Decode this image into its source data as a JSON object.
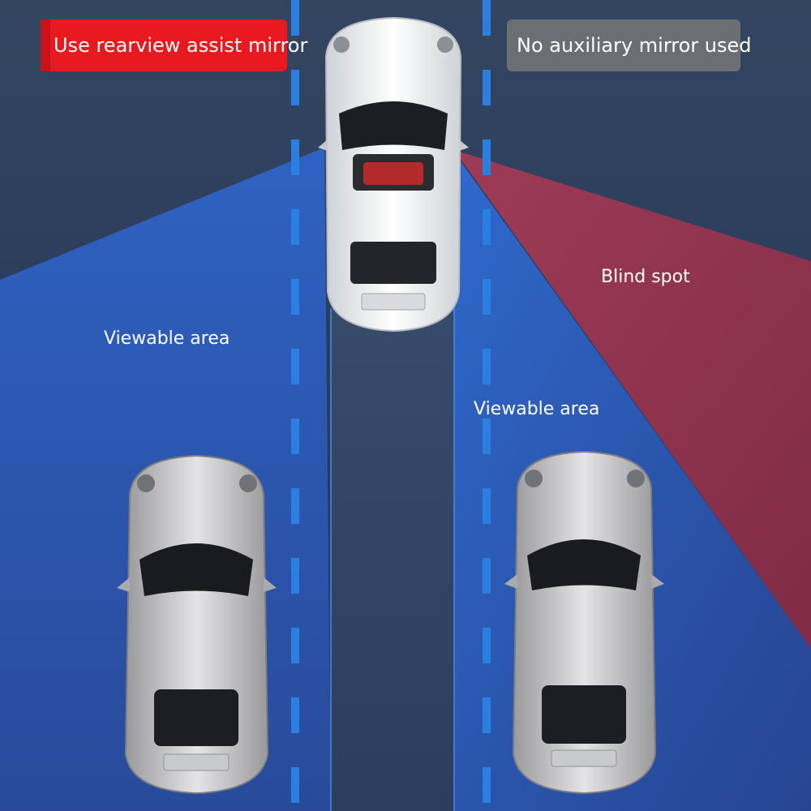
{
  "badges": {
    "with_mirror": "Use rearview assist mirror",
    "without_mirror": "No auxiliary mirror used"
  },
  "labels": {
    "viewable_left": "Viewable area",
    "viewable_right": "Viewable area",
    "blind_spot": "Blind spot"
  },
  "colors": {
    "with_mirror_badge": "#e8191f",
    "without_mirror_badge": "#6b6f74",
    "viewable_zone": "#2f6fd6",
    "blind_zone": "#b0304a",
    "lane_marking": "#2a7fe0"
  }
}
